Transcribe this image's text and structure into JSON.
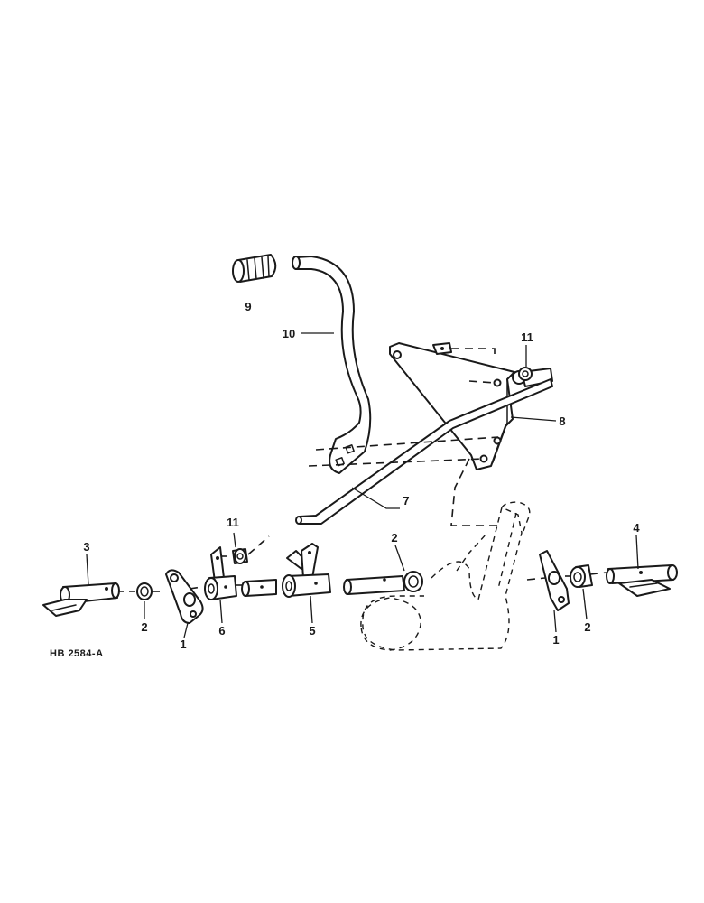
{
  "callouts": {
    "c1_left": "1",
    "c1_right": "1",
    "c2_left": "2",
    "c2_mid": "2",
    "c2_right": "2",
    "c3": "3",
    "c4": "4",
    "c5": "5",
    "c6": "6",
    "c7": "7",
    "c8": "8",
    "c9": "9",
    "c10": "10",
    "c11_upper": "11",
    "c11_lower": "11"
  },
  "reference_code": "HB 2584-A"
}
